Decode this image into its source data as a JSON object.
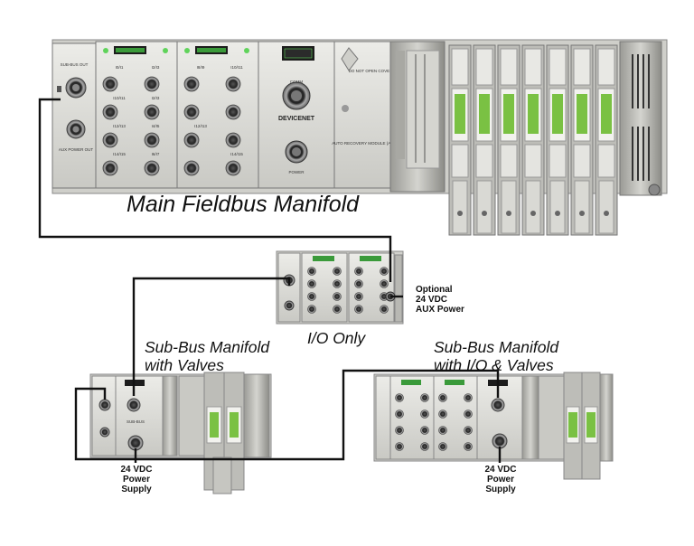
{
  "labels": {
    "main_manifold": "Main Fieldbus Manifold",
    "io_only": "I/O Only",
    "optional_aux_line1": "Optional",
    "optional_aux_line2": "24 VDC",
    "optional_aux_line3": "AUX Power",
    "subbus_valves_line1": "Sub-Bus Manifold",
    "subbus_valves_line2": "with Valves",
    "subbus_io_valves_line1": "Sub-Bus Manifold",
    "subbus_io_valves_line2": "with I/O & Valves",
    "psu_left_line1": "24 VDC",
    "psu_left_line2": "Power",
    "psu_left_line3": "Supply",
    "psu_right_line1": "24 VDC",
    "psu_right_line2": "Power",
    "psu_right_line3": "Supply"
  },
  "device_text": {
    "devicenet": "DEVICENET",
    "comm": "COMM",
    "power": "POWER",
    "do_not_open": "DO NOT OPEN COVER",
    "auto_recovery": "AUTO RECOVERY MODULE (ARM)",
    "subbus_out": "SUB-BUS OUT",
    "aux_power_out": "AUX POWER OUT",
    "subbus": "SUB-BUS",
    "io_pairs": [
      "I0/I1",
      "I2/I3",
      "I4/I5",
      "I6/I7",
      "I8/I9",
      "I10/I11",
      "I12/I13",
      "I14/I15"
    ]
  },
  "colors": {
    "module_body": "#d9d9d5",
    "module_shadow": "#8f8f8a",
    "led_green": "#5fd35a",
    "valve_label_green": "#7ac143",
    "cable": "#111111"
  }
}
